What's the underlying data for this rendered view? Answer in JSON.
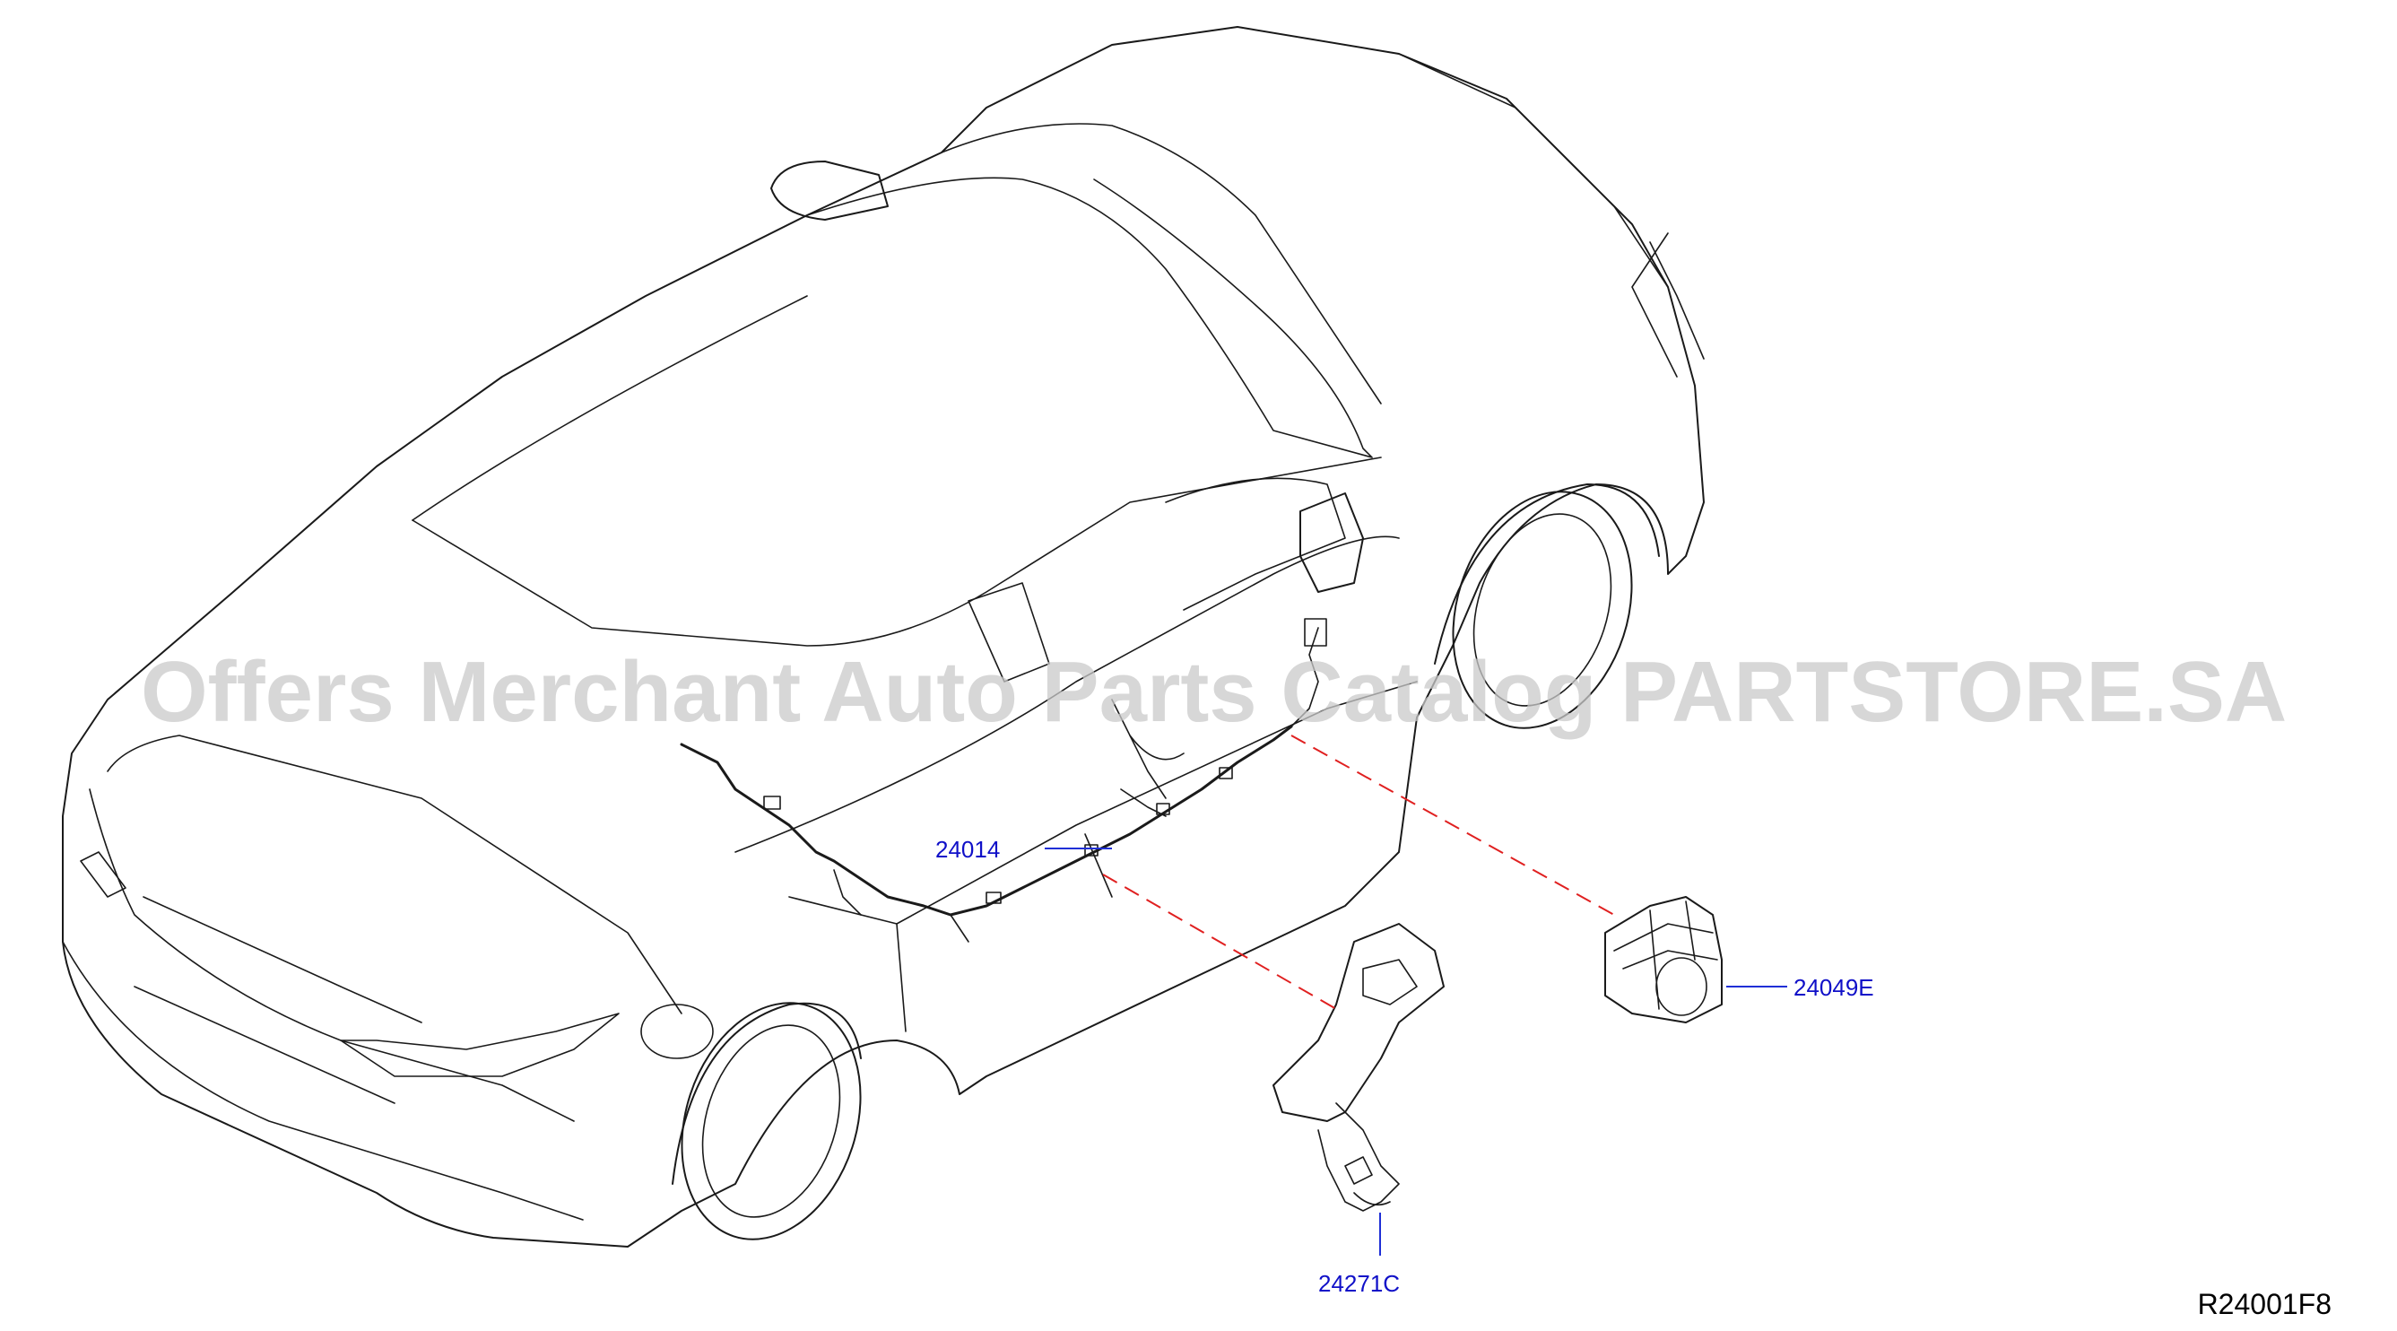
{
  "watermark": "Offers Merchant Auto Parts Catalog PARTSTORE.SA",
  "diagram_code": "R24001F8",
  "parts": [
    {
      "number": "24014",
      "description": ""
    },
    {
      "number": "24049E",
      "description": ""
    },
    {
      "number": "24271C",
      "description": ""
    }
  ],
  "colors": {
    "line_art": "#1a1a1a",
    "callout_text": "#1010c8",
    "leader_line": "#1f2fd6",
    "dashed_link": "#e02020",
    "watermark": "#c9c9c9"
  }
}
